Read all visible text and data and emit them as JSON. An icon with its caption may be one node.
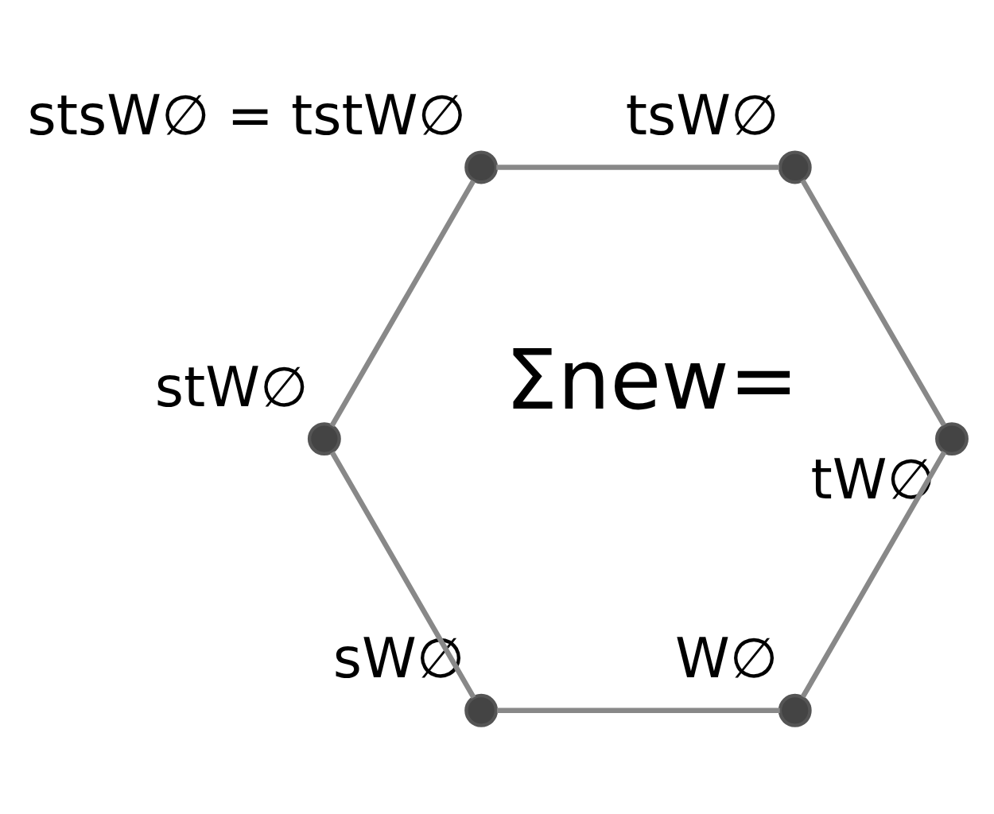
{
  "diagram": {
    "nodes": [
      {
        "text": [],
        "shape": "circle",
        "beside": [
          "W∅"
        ]
      },
      {
        "text": [],
        "shape": "circle",
        "beside": [
          "tW∅"
        ]
      },
      {
        "text": [],
        "shape": "circle",
        "beside": [
          "sW∅"
        ]
      },
      {
        "text": [],
        "shape": "circle",
        "beside": [
          "tsW∅"
        ]
      },
      {
        "text": [],
        "shape": "circle",
        "beside": [
          "stW∅"
        ]
      },
      {
        "text": [],
        "shape": "circle",
        "beside": [
          "stsW∅ = tstW∅"
        ]
      }
    ],
    "edges": [
      {
        "from": 0,
        "to": 2,
        "arrow": "none"
      },
      {
        "from": 2,
        "to": 4,
        "arrow": "none"
      },
      {
        "from": 4,
        "to": 5,
        "arrow": "none"
      },
      {
        "from": 5,
        "to": 3,
        "arrow": "none"
      },
      {
        "from": 3,
        "to": 1,
        "arrow": "none"
      },
      {
        "from": 1,
        "to": 0,
        "arrow": "none"
      }
    ],
    "labels": [
      "Σnew="
    ]
  }
}
